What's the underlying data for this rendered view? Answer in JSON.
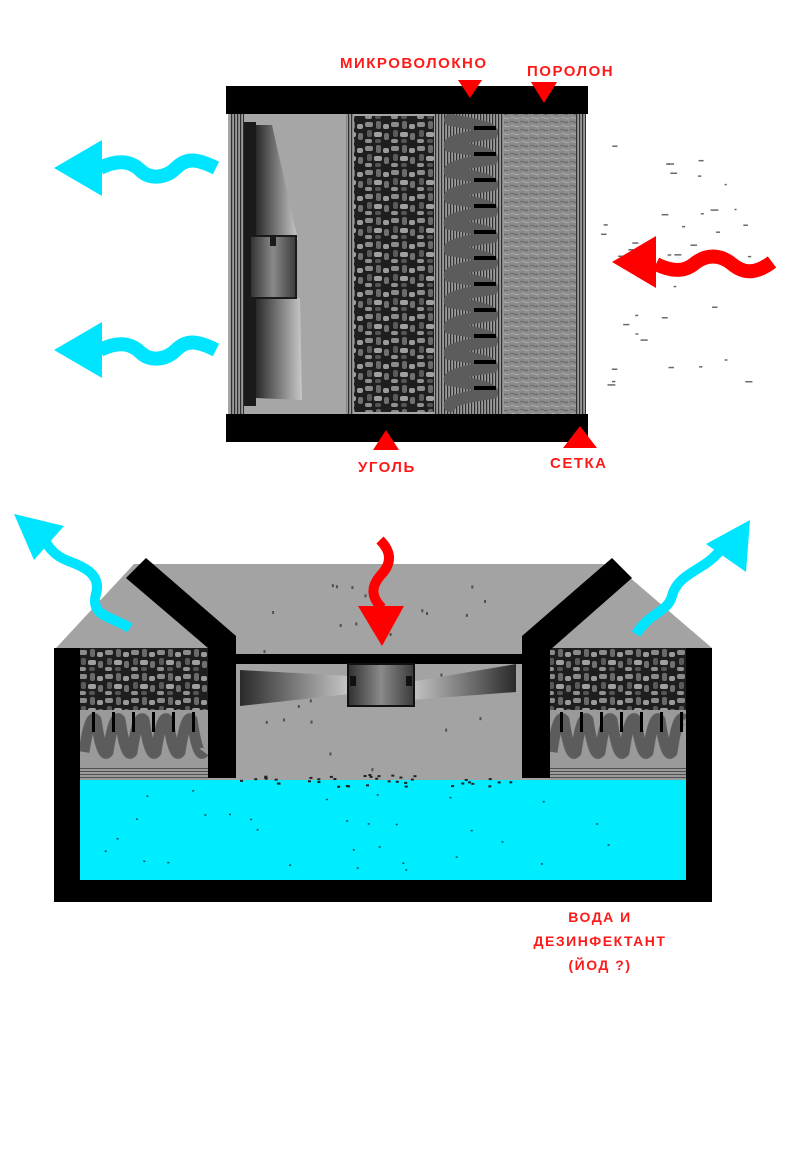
{
  "top_diagram": {
    "labels": {
      "microfiber": "МИКРОВОЛОКНО",
      "foam": "ПОРОЛОН",
      "coal": "УГОЛЬ",
      "mesh": "СЕТКА"
    }
  },
  "bottom_diagram": {
    "caption_lines": [
      "ВОДА И",
      "ДЕЗИНФЕКТАНТ",
      "(ЙОД ?)"
    ]
  },
  "colors": {
    "intake_arrow": "#ff0000",
    "exhaust_arrow": "#00e5ff",
    "water": "#00ecff",
    "housing": "#000000",
    "chamber": "#a3a3a3",
    "label_text": "#ff1a1a"
  },
  "icons": [
    "intake-arrow-icon",
    "exhaust-arrow-icon",
    "pointer-triangle-icon",
    "fan-icon"
  ]
}
